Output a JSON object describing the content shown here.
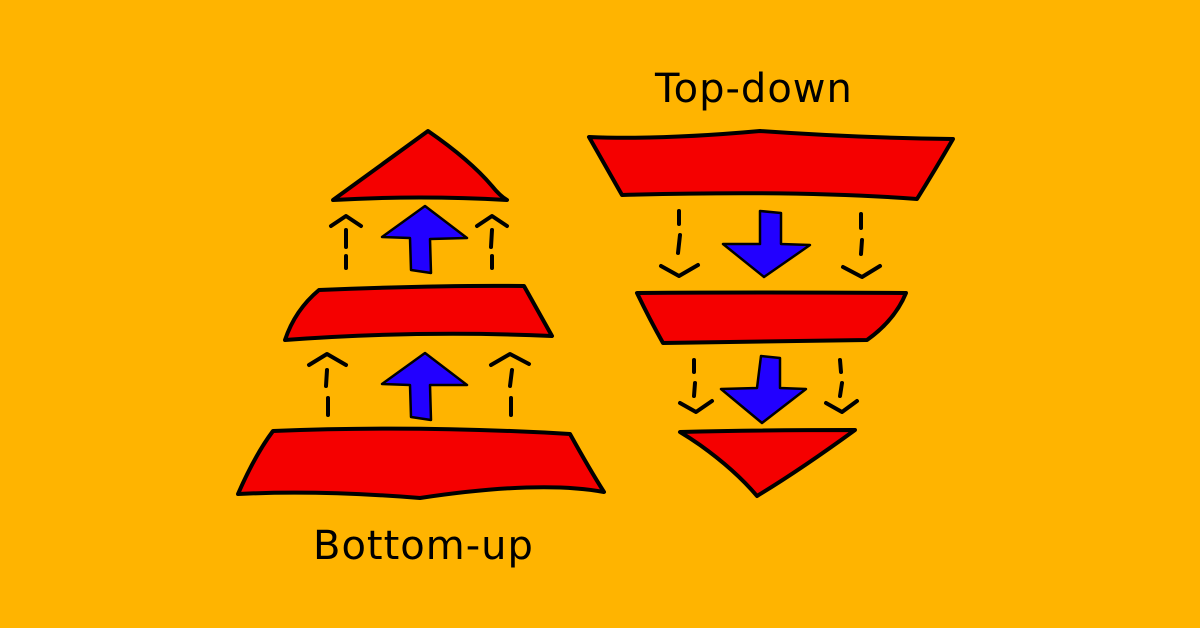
{
  "diagram": {
    "background": "#FFB400",
    "colors": {
      "layer": "#F50000",
      "arrow": "#2200FF",
      "outline": "#000000"
    },
    "left": {
      "label": "Bottom-up",
      "layers": [
        "top-triangle",
        "middle-trapezoid",
        "bottom-trapezoid"
      ],
      "direction": "up"
    },
    "right": {
      "label": "Top-down",
      "layers": [
        "top-trapezoid",
        "middle-trapezoid",
        "bottom-triangle"
      ],
      "direction": "down"
    }
  }
}
